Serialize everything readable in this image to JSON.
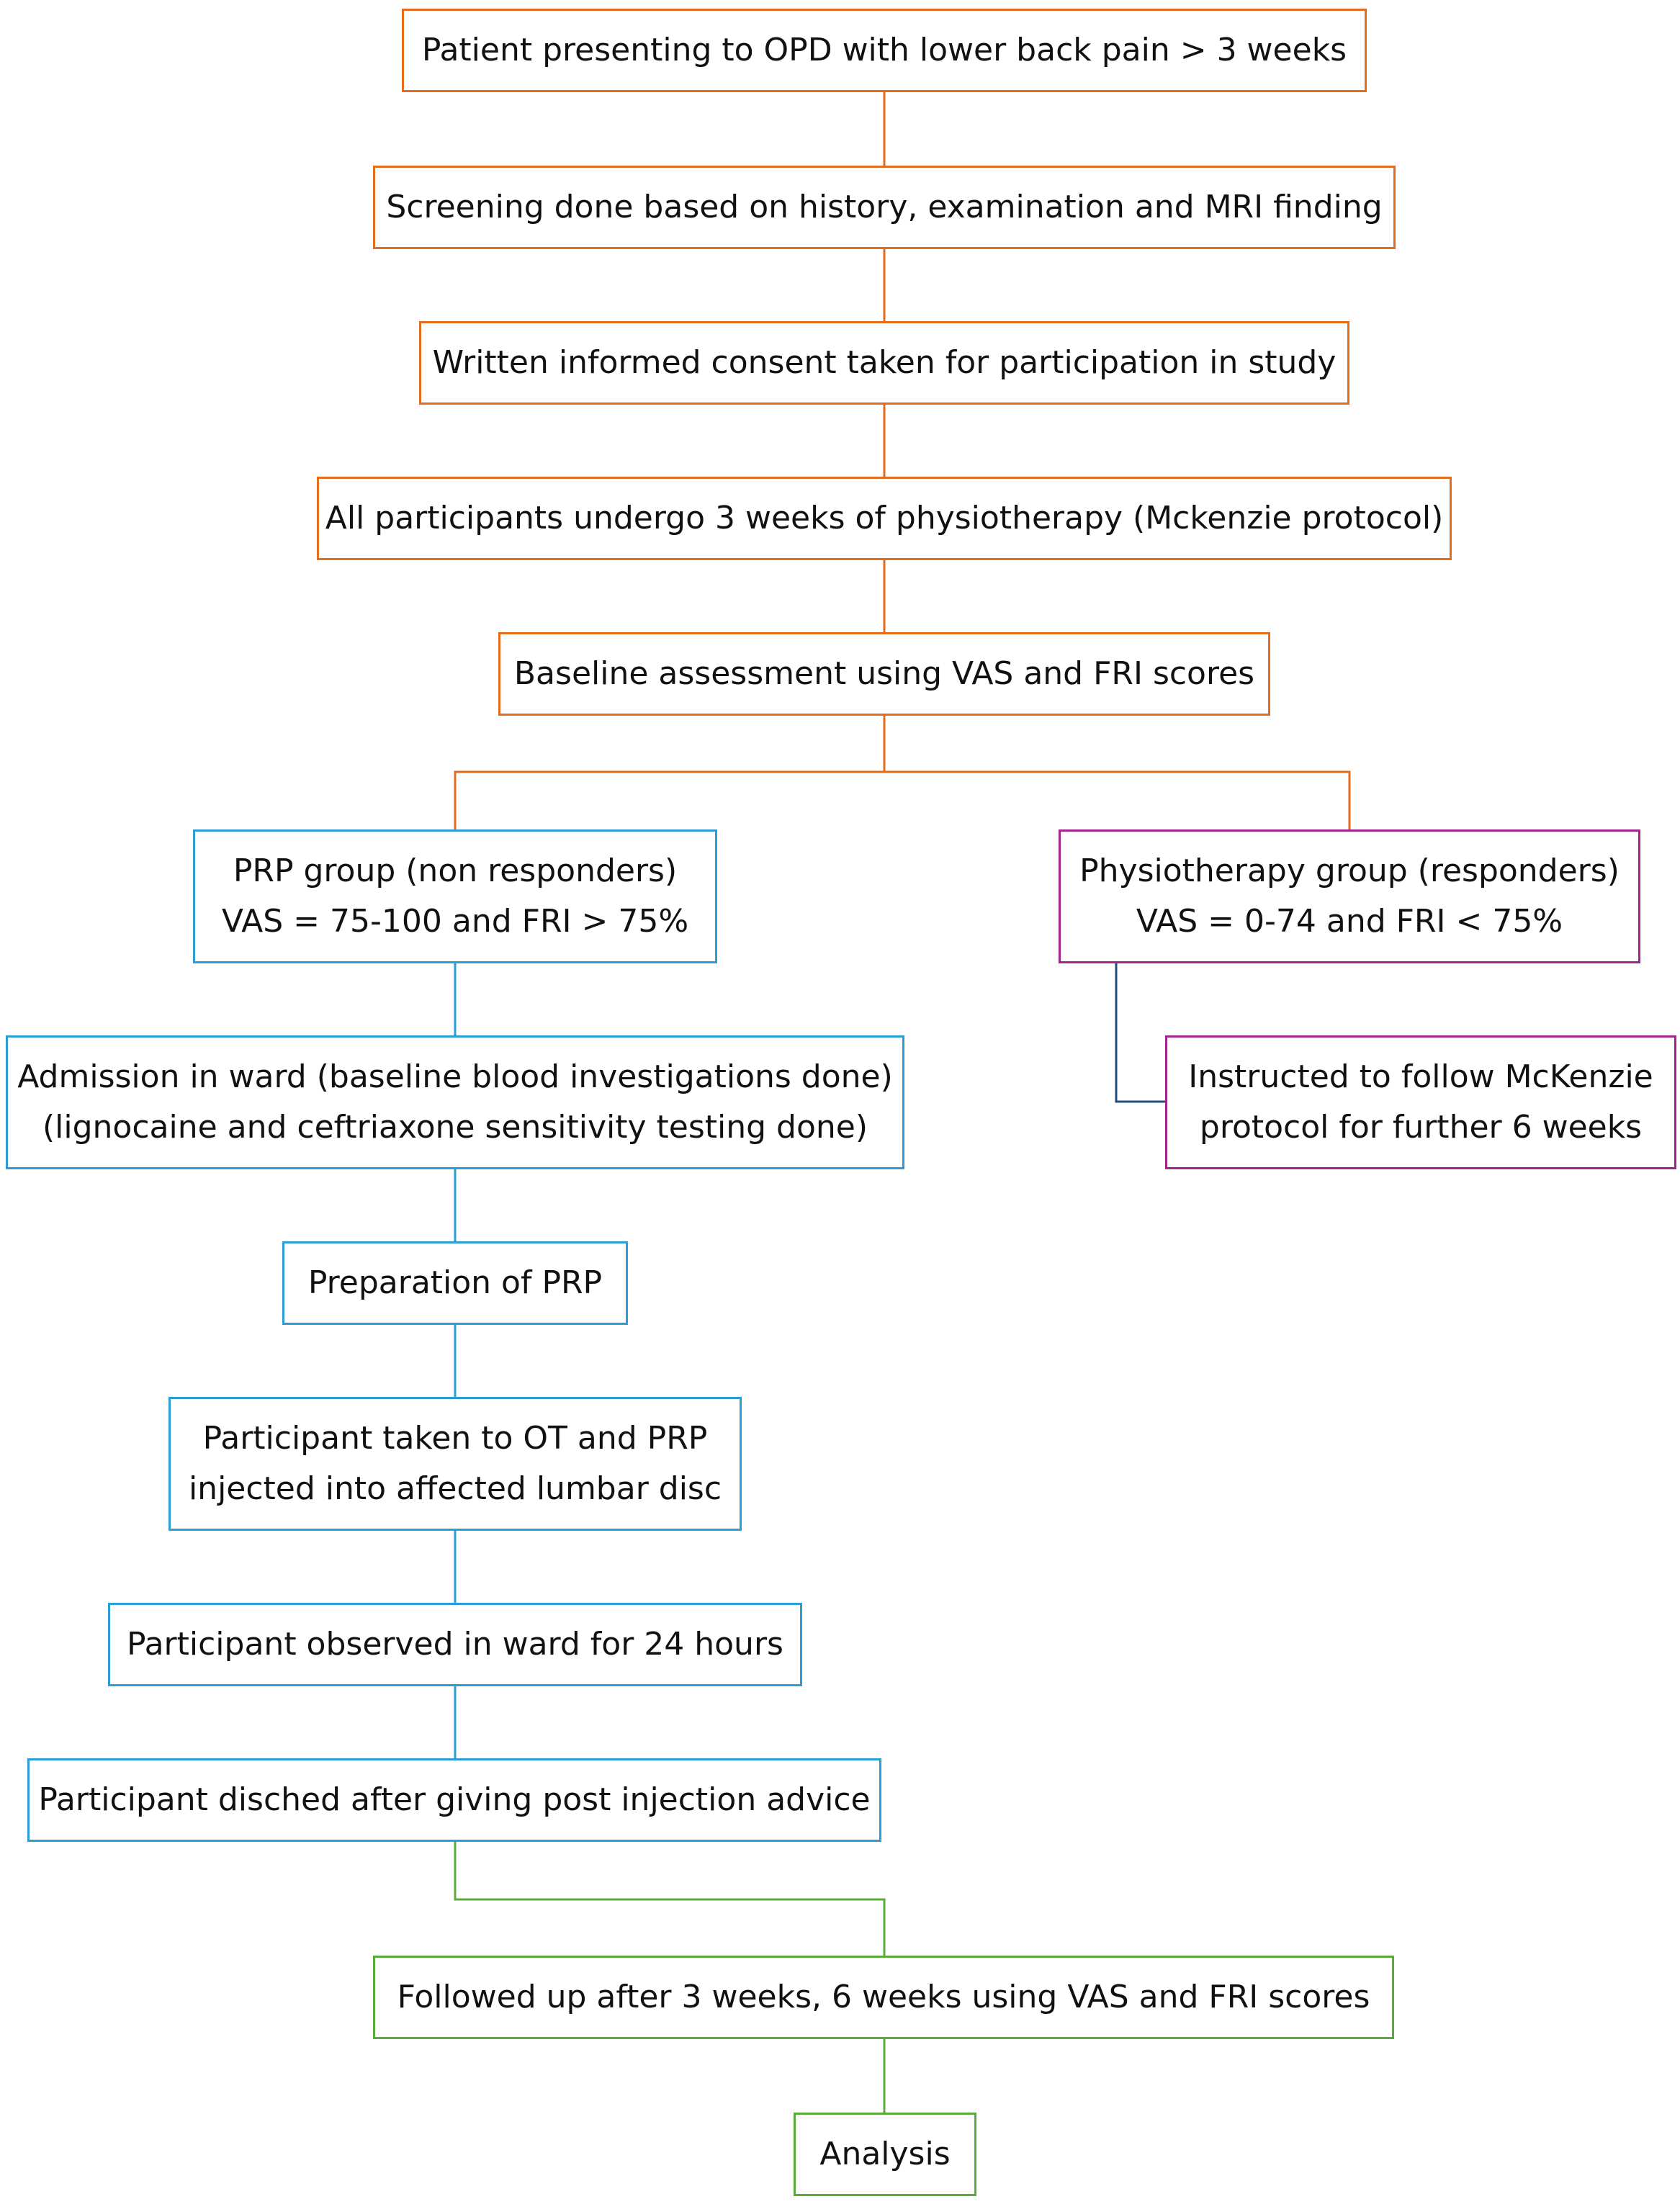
{
  "colors": {
    "orange": "#e36c1e",
    "blue": "#2a9fd6",
    "purple": "#a3238f",
    "green": "#5aac3a",
    "dark_blue_connector": "#1f4e79"
  },
  "flowchart": {
    "screening_steps": [
      "Patient presenting to OPD with lower back pain > 3 weeks",
      "Screening done based on history, examination and MRI finding",
      "Written informed consent taken for participation in study",
      "All participants undergo 3 weeks of physiotherapy (Mckenzie protocol)",
      "Baseline assessment using VAS and FRI scores"
    ],
    "prp_group": {
      "line1": "PRP group (non responders)",
      "line2": "VAS = 75-100 and FRI > 75%"
    },
    "physio_group": {
      "line1": "Physiotherapy group (responders)",
      "line2": "VAS = 0-74 and FRI < 75%"
    },
    "physio_instruction": {
      "line1": "Instructed to follow McKenzie",
      "line2": "protocol for further 6 weeks"
    },
    "prp_steps": {
      "admission": {
        "line1": "Admission in ward (baseline blood investigations done)",
        "line2": "(lignocaine and ceftriaxone sensitivity testing done)"
      },
      "preparation": "Preparation of PRP",
      "injection": {
        "line1": "Participant taken to OT and PRP",
        "line2": "injected into affected lumbar disc"
      },
      "observation": "Participant observed in ward for 24 hours",
      "discharge": "Participant disched after giving post injection advice"
    },
    "follow_up": "Followed up after 3 weeks, 6 weeks using VAS and FRI scores",
    "analysis": "Analysis"
  }
}
